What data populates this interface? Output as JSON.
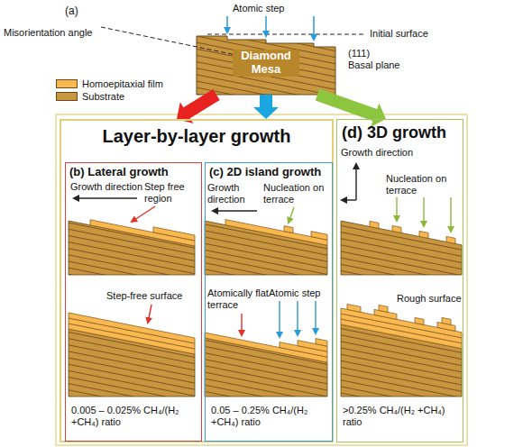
{
  "diagram": {
    "nodes": [
      {
        "text": [
          "Diamond Mesa"
        ]
      },
      {
        "text": [
          "Layer-by-layer growth"
        ]
      },
      {
        "text": [
          "(b) Lateral growth",
          "0.005 – 0.025% CH₄/(H₂ +CH₄) ratio"
        ],
        "in": 1
      },
      {
        "text": [
          "(c) 2D island growth",
          "0.05 – 0.25% CH₄/(H₂ +CH₄) ratio"
        ],
        "in": 1
      },
      {
        "text": [
          "(d) 3D growth",
          ">0.25% CH₄/(H₂ +CH₄) ratio"
        ]
      }
    ],
    "edges": [
      {
        "from": 0,
        "to": 1,
        "arrow": "to"
      },
      {
        "from": 0,
        "to": 1,
        "arrow": "to"
      },
      {
        "from": 0,
        "to": 4,
        "arrow": "to"
      }
    ],
    "labels": [
      "(a)",
      "Misorientation angle",
      "Atomic step",
      "Initial surface",
      "(111)",
      "Basal plane",
      "Growth direction",
      "Step free region",
      "Step-free surface",
      "Growth direction",
      "Nucleation on terrace",
      "Atomic step",
      "Atomically flat terrace",
      "Growth direction",
      "Nucleation on terrace",
      "Rough surface"
    ],
    "legend": [
      {
        "text": "Homoepitaxial film",
        "color": "#f9b950"
      },
      {
        "text": "Substrate",
        "color": "#c8963e"
      }
    ]
  }
}
